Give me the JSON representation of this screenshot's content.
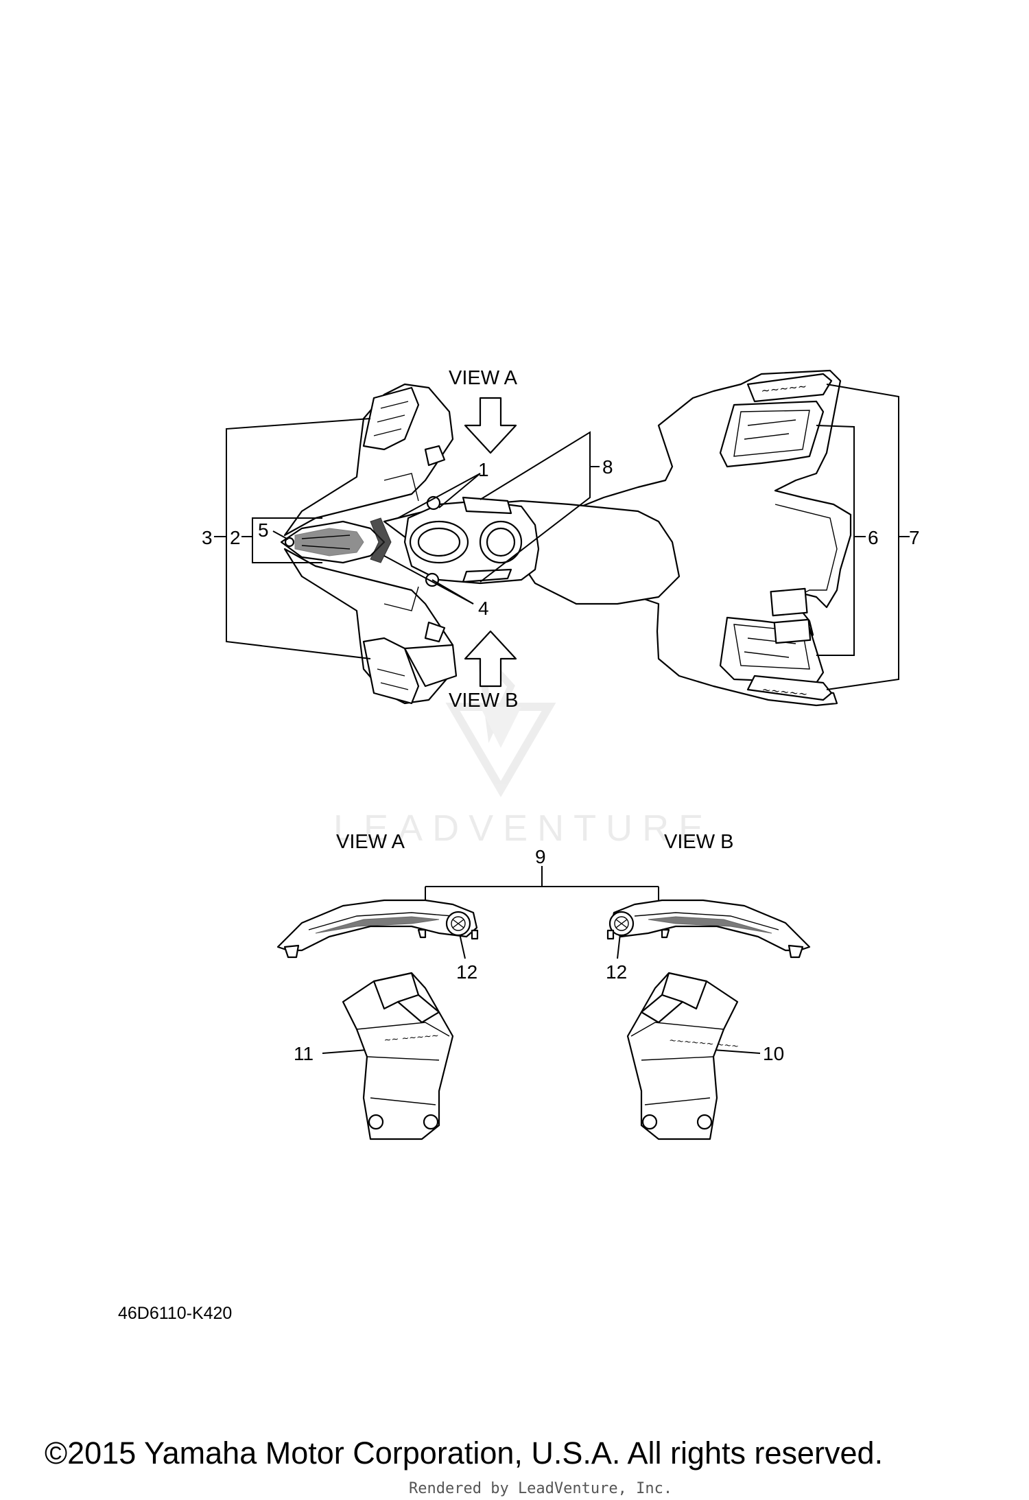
{
  "views": {
    "view_a_top": "VIEW A",
    "view_b_top": "VIEW B",
    "view_a_bottom": "VIEW A",
    "view_b_bottom": "VIEW B"
  },
  "callouts": {
    "c1": "1",
    "c2": "2",
    "c3": "3",
    "c4": "4",
    "c5": "5",
    "c6": "6",
    "c7": "7",
    "c8": "8",
    "c9": "9",
    "c10": "10",
    "c11": "11",
    "c12_left": "12",
    "c12_right": "12"
  },
  "diagram_code": "46D6110-K420",
  "copyright": "©2015 Yamaha Motor Corporation, U.S.A. All rights reserved.",
  "rendered_by": "Rendered by LeadVenture, Inc.",
  "watermark": "LEADVENTURE",
  "icons": [
    "arrow-down-icon",
    "arrow-up-icon",
    "leadventure-logo-icon"
  ]
}
